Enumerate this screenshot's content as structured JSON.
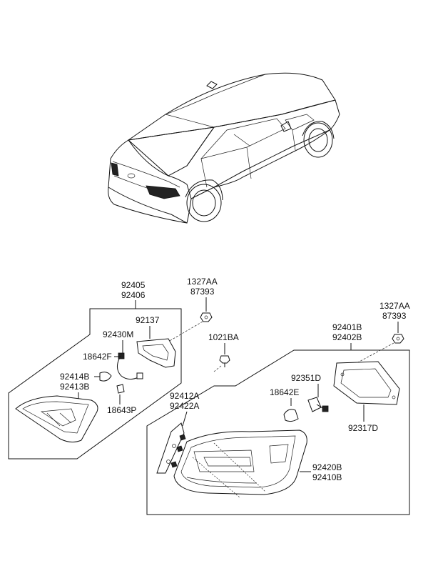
{
  "labels": {
    "p92405": "92405",
    "p92406": "92406",
    "p1327AA_a": "1327AA",
    "p87393_a": "87393",
    "p92137": "92137",
    "p92430M": "92430M",
    "p18642F": "18642F",
    "p92414B": "92414B",
    "p92413B": "92413B",
    "p18643P": "18643P",
    "p1021BA": "1021BA",
    "p92401B": "92401B",
    "p92402B": "92402B",
    "p1327AA_b": "1327AA",
    "p87393_b": "87393",
    "p92351D": "92351D",
    "p18642E": "18642E",
    "p92317D": "92317D",
    "p92412A": "92412A",
    "p92422A": "92422A",
    "p92420B": "92420B",
    "p92410B": "92410B"
  }
}
